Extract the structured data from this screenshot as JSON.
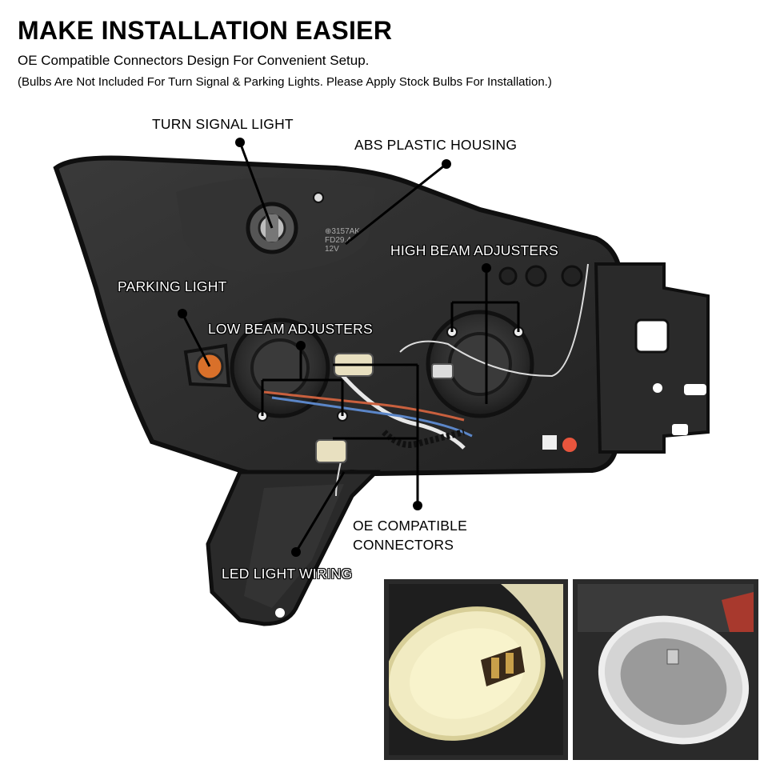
{
  "heading": {
    "title": "MAKE INSTALLATION EASIER",
    "subtitle": "OE Compatible Connectors Design For Convenient Setup.",
    "note": "(Bulbs Are Not Included For Turn Signal & Parking Lights. Please Apply Stock Bulbs For Installation.)"
  },
  "callouts": {
    "turn_signal": "TURN SIGNAL LIGHT",
    "housing": "ABS PLASTIC HOUSING",
    "high_beam": "HIGH BEAM ADJUSTERS",
    "parking": "PARKING LIGHT",
    "low_beam": "LOW BEAM ADJUSTERS",
    "oe_line1": "OE COMPATIBLE",
    "oe_line2": "CONNECTORS",
    "led_wiring": "LED LIGHT WIRING"
  },
  "colors": {
    "housing": "#2b2b2b",
    "housing_edge": "#0f0f0f",
    "amber": "#d9702a",
    "connector_cream": "#efe7b8",
    "connector_grey": "#c9c9c9"
  },
  "icons": [
    "callout-dot-icon"
  ]
}
